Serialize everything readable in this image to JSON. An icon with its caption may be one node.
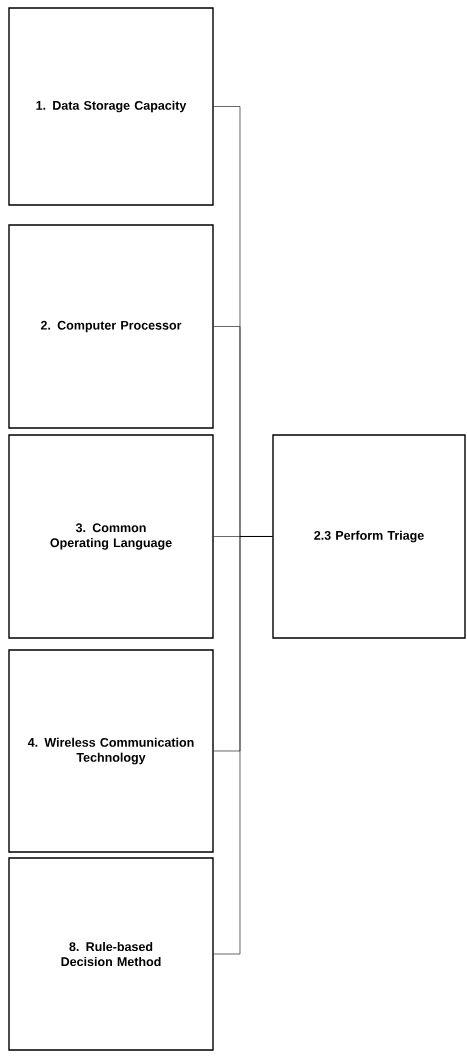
{
  "diagram": {
    "nodes": [
      {
        "text": [
          "1. Data Storage Capacity"
        ]
      },
      {
        "text": [
          "2. Computer Processor"
        ]
      },
      {
        "text": [
          "3. Common Operating Language"
        ]
      },
      {
        "text": [
          "4. Wireless Communication Technology"
        ]
      },
      {
        "text": [
          "8. Rule-based Decision Method"
        ]
      },
      {
        "text": [
          "2.3 Perform Triage"
        ]
      }
    ],
    "edges": [
      {
        "from": 0,
        "to": 5,
        "arrow": "none"
      },
      {
        "from": 1,
        "to": 5,
        "arrow": "none"
      },
      {
        "from": 2,
        "to": 5,
        "arrow": "none"
      },
      {
        "from": 3,
        "to": 5,
        "arrow": "none"
      },
      {
        "from": 4,
        "to": 5,
        "arrow": "none"
      }
    ]
  }
}
